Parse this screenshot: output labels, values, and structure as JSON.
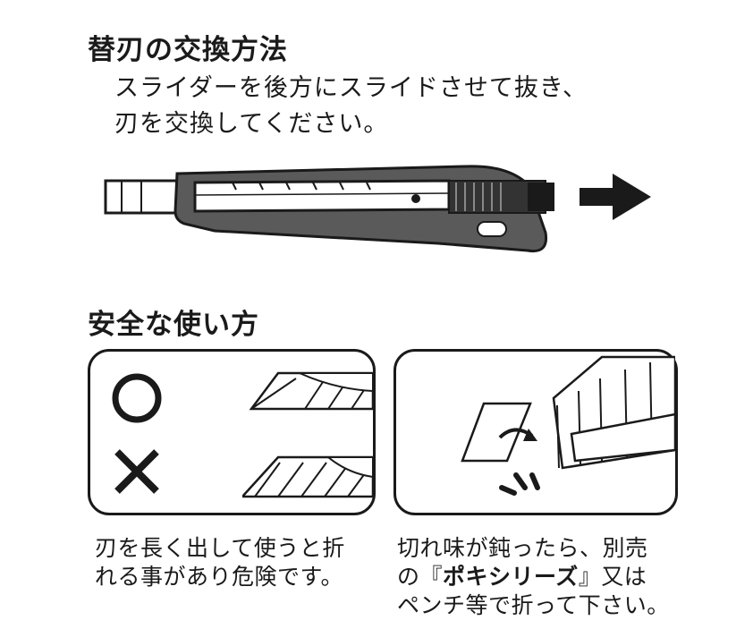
{
  "replace_section": {
    "heading": "替刃の交換方法",
    "line1": "スライダーを後方にスライドさせて抜き、",
    "line2": "刃を交換してください。"
  },
  "safe_section": {
    "heading": "安全な使い方",
    "left_panel": {
      "correct_symbol": "○",
      "wrong_symbol": "×",
      "caption_line1": "刃を長く出して使うと折",
      "caption_line2": "れる事があり危険です。"
    },
    "right_panel": {
      "caption_line1": "切れ味が鈍ったら、別売",
      "caption_line2_prefix": "の『",
      "caption_line2_product": "ポキシリーズ",
      "caption_line2_suffix": "』又は",
      "caption_line3": "ペンチ等で折って下さい。"
    }
  },
  "colors": {
    "ink": "#1a1a1a",
    "body_gray": "#5a5a5a",
    "dark_gray": "#333333"
  }
}
